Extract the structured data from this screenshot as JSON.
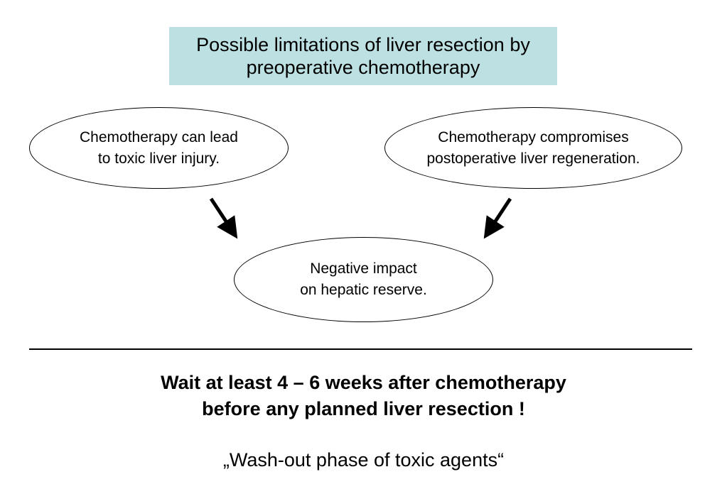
{
  "title": {
    "line1": "Possible limitations of liver resection by",
    "line2": "preoperative chemotherapy",
    "background_color": "#bde0e3"
  },
  "nodes": {
    "left": {
      "line1": "Chemotherapy can lead",
      "line2": "to toxic liver injury."
    },
    "right": {
      "line1": "Chemotherapy compromises",
      "line2": "postoperative liver regeneration."
    },
    "center": {
      "line1": "Negative impact",
      "line2": "on hepatic reserve."
    }
  },
  "edges": [
    {
      "from": "left",
      "to": "center"
    },
    {
      "from": "right",
      "to": "center"
    }
  ],
  "conclusion": {
    "line1": "Wait at least 4 – 6 weeks after chemotherapy",
    "line2": "before any planned liver resection !"
  },
  "footnote": "„Wash-out phase of toxic agents“"
}
